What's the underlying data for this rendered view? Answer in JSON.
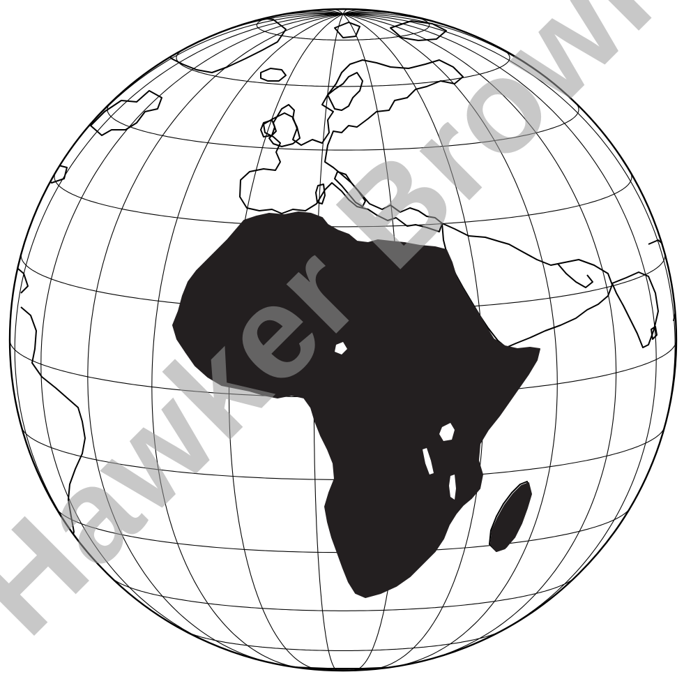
{
  "map": {
    "projection": "orthographic",
    "center": {
      "lat": 10,
      "lon": 20
    },
    "graticule_step_deg": 15,
    "highlighted_region": "africa",
    "colors": {
      "land_fill": "#231f20",
      "ocean": "#ffffff",
      "lines": "#000000",
      "watermark": "#9a9a9a"
    }
  },
  "watermark": {
    "text": "Hawker Brownlow Ed"
  }
}
